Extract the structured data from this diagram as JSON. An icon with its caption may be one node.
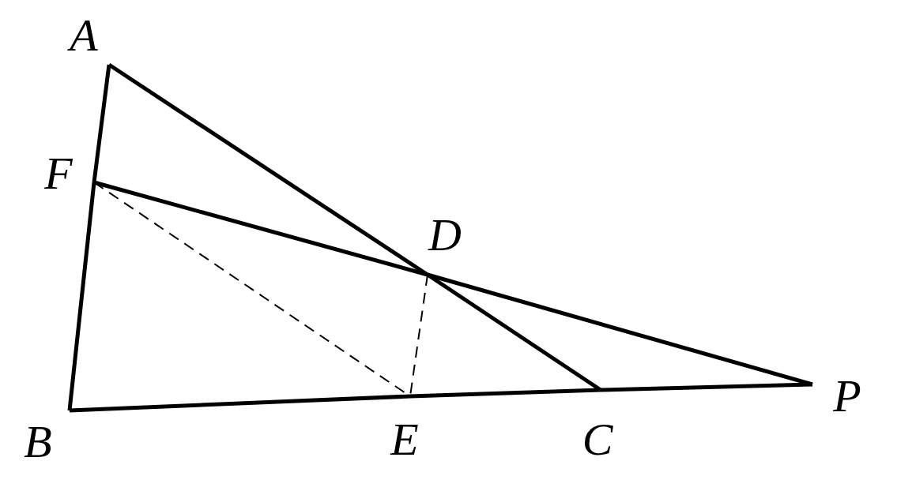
{
  "diagram": {
    "nodes": [
      {
        "text": [
          "A"
        ]
      },
      {
        "text": [
          "F"
        ]
      },
      {
        "text": [
          "D"
        ]
      },
      {
        "text": [
          "B"
        ]
      },
      {
        "text": [
          "E"
        ]
      },
      {
        "text": [
          "C"
        ]
      },
      {
        "text": [
          "P"
        ]
      }
    ],
    "edges": [
      {
        "from": 0,
        "to": 1,
        "arrow": "none"
      },
      {
        "from": 1,
        "to": 3,
        "arrow": "none"
      },
      {
        "from": 0,
        "to": 2,
        "arrow": "none"
      },
      {
        "from": 2,
        "to": 5,
        "arrow": "none"
      },
      {
        "from": 3,
        "to": 4,
        "arrow": "none"
      },
      {
        "from": 4,
        "to": 5,
        "arrow": "none"
      },
      {
        "from": 5,
        "to": 6,
        "arrow": "none"
      },
      {
        "from": 1,
        "to": 2,
        "arrow": "none"
      },
      {
        "from": 2,
        "to": 6,
        "arrow": "none"
      },
      {
        "from": 1,
        "to": 4,
        "arrow": "none",
        "style": "dashed"
      },
      {
        "from": 2,
        "to": 4,
        "arrow": "none",
        "style": "dashed"
      }
    ]
  }
}
